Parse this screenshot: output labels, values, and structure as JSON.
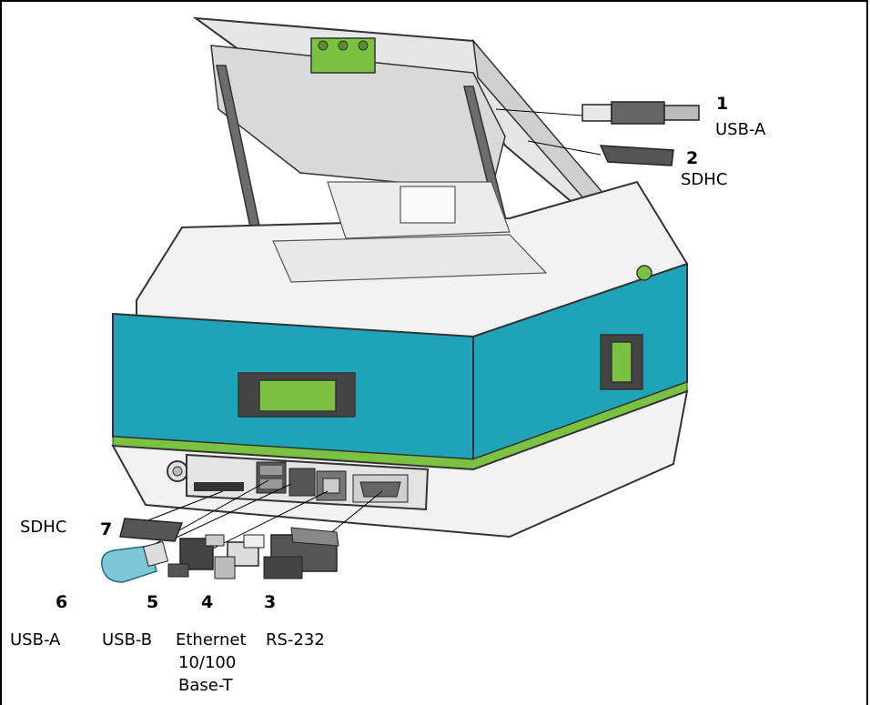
{
  "callouts": {
    "c1": {
      "number": "1",
      "label": "USB-A"
    },
    "c2": {
      "number": "2",
      "label": "SDHC"
    },
    "c3": {
      "number": "3",
      "label": "RS-232"
    },
    "c4": {
      "number": "4",
      "label": "Ethernet",
      "label_line2": "10/100",
      "label_line3": "Base-T"
    },
    "c5": {
      "number": "5",
      "label": "USB-B"
    },
    "c6": {
      "number": "6",
      "label": "USB-A"
    },
    "c7": {
      "number": "7",
      "label": "SDHC"
    }
  },
  "colors": {
    "housing_teal": "#1fa3b8",
    "accent_green": "#7cc242",
    "frame_gray": "#6d6d6d",
    "lid_gray": "#d9d9d9",
    "body_light": "#f2f2f2",
    "usb_stick_blue": "#7fc7d8"
  }
}
